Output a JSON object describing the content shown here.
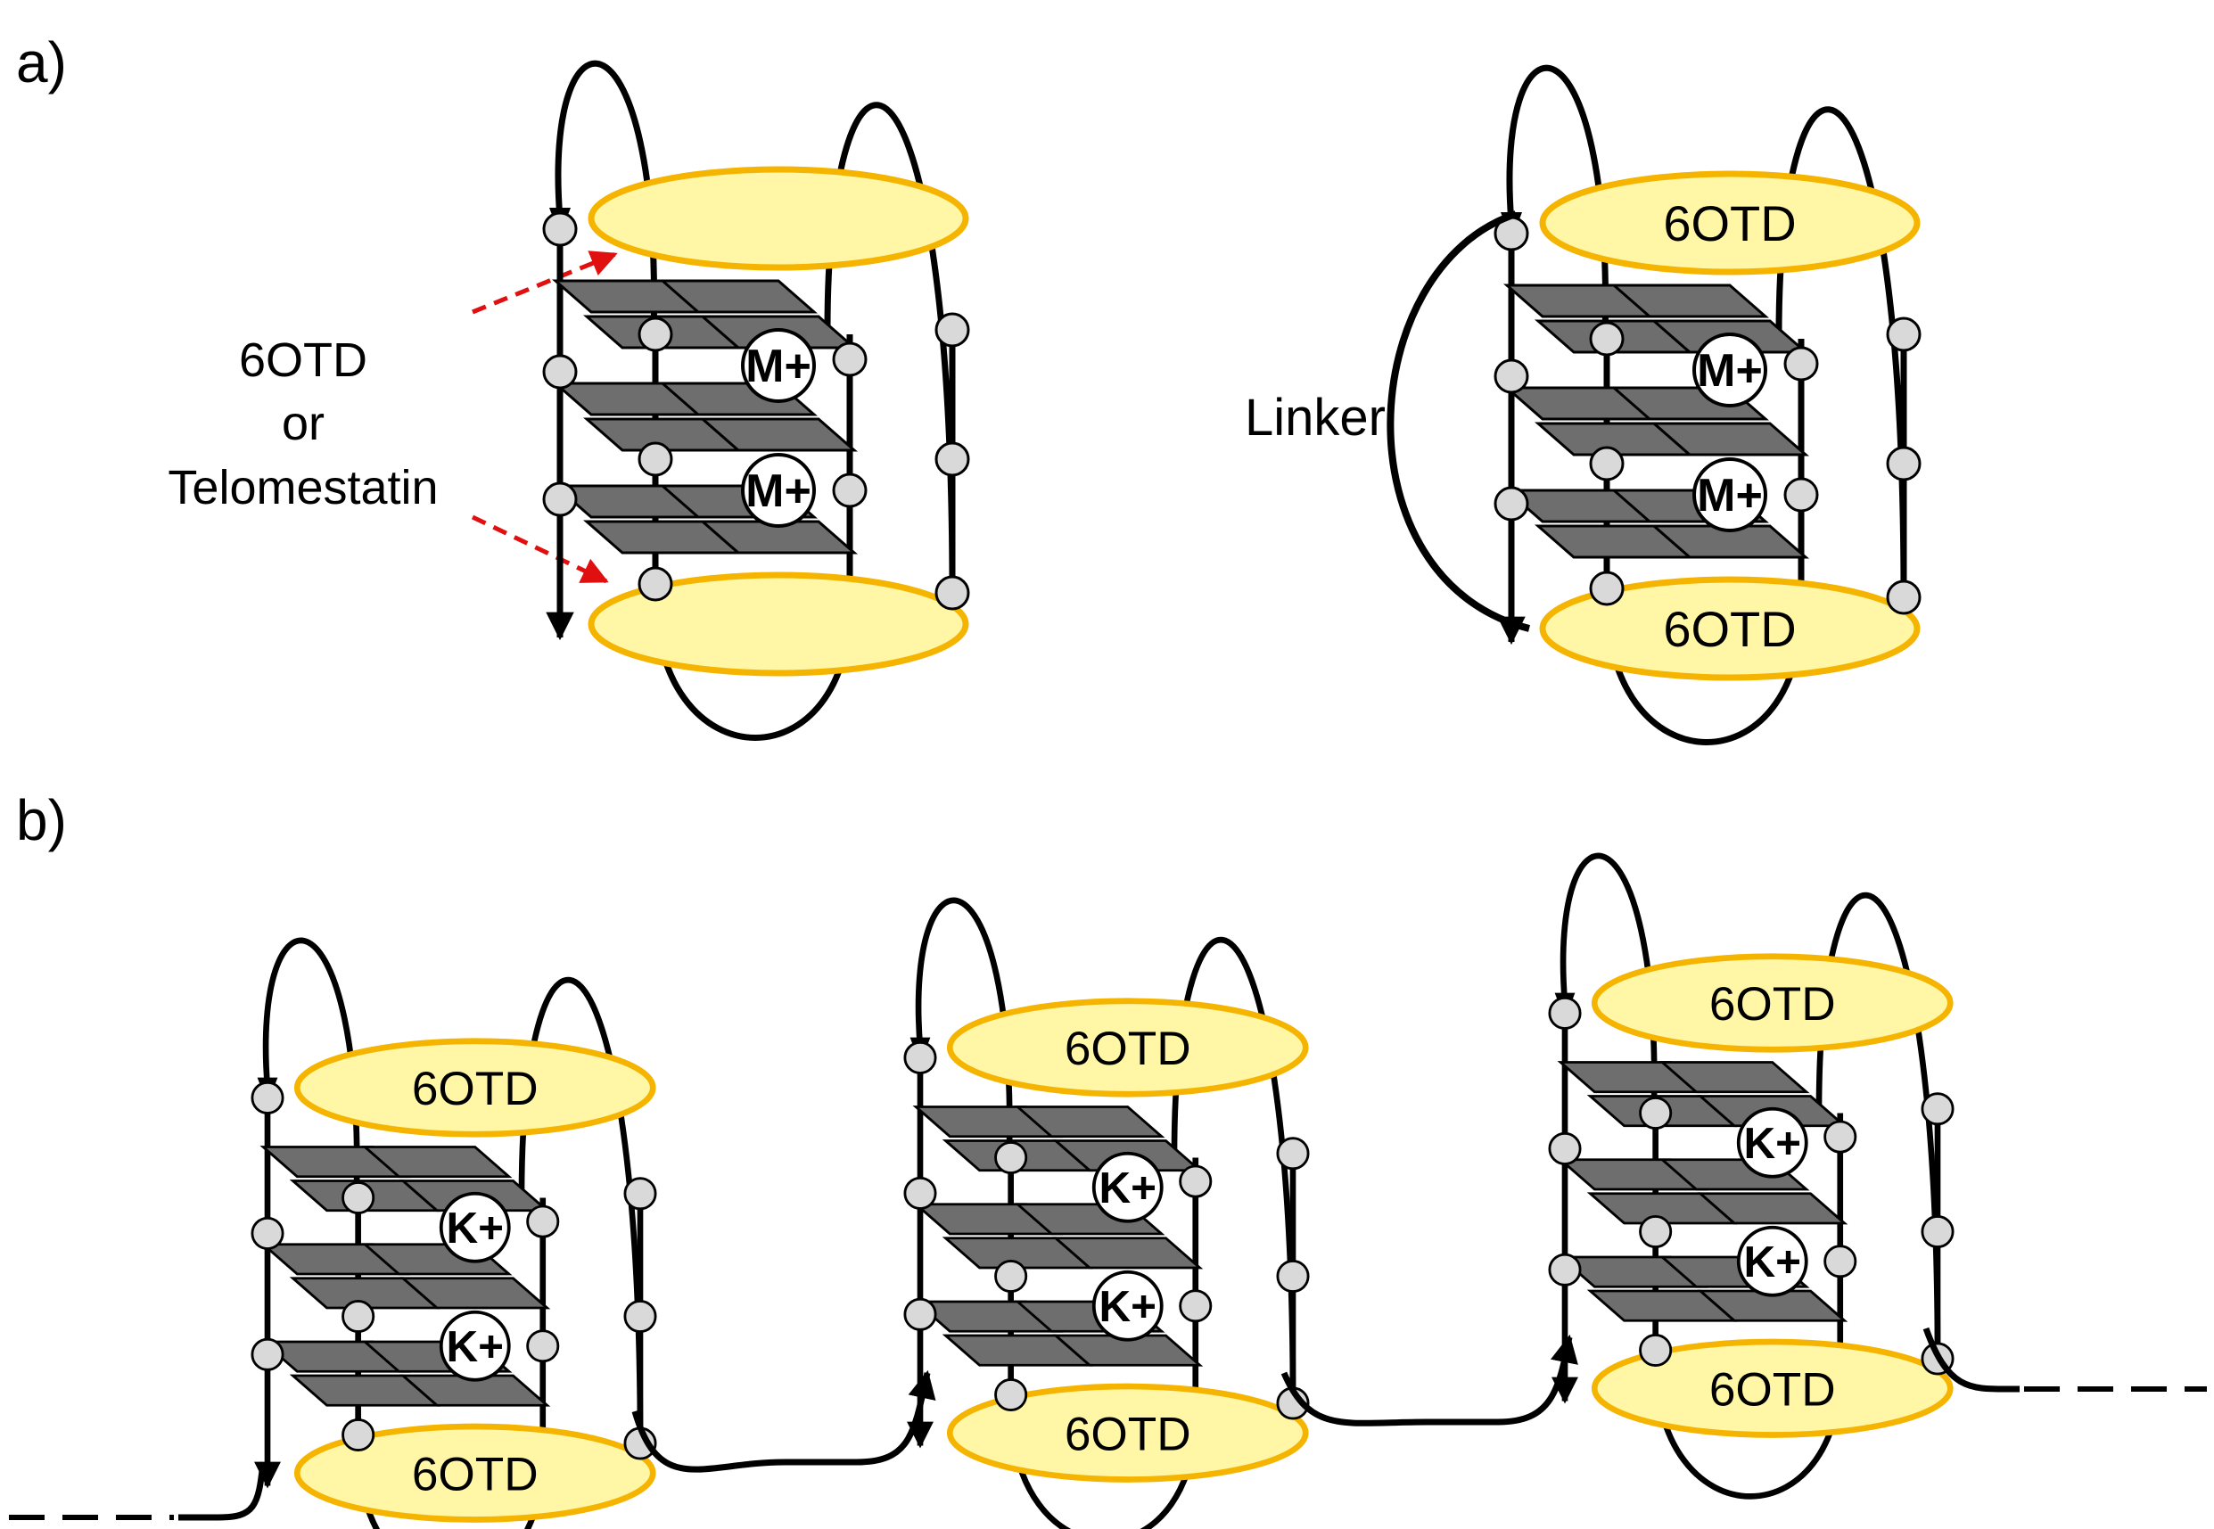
{
  "panels": {
    "a": {
      "label": "a)",
      "arrow_caption": [
        "6OTD",
        "or",
        "Telomestatin"
      ],
      "linker_label": "Linker",
      "structure_1": {
        "top_disk": "",
        "bottom_disk": "",
        "ion_1": "M+",
        "ion_2": "M+"
      },
      "structure_2": {
        "top_disk": "6OTD",
        "bottom_disk": "6OTD",
        "ion_1": "M+",
        "ion_2": "M+"
      }
    },
    "b": {
      "label": "b)",
      "structures": [
        {
          "top_disk": "6OTD",
          "bottom_disk": "6OTD",
          "ion_1": "K+",
          "ion_2": "K+"
        },
        {
          "top_disk": "6OTD",
          "bottom_disk": "6OTD",
          "ion_1": "K+",
          "ion_2": "K+"
        },
        {
          "top_disk": "6OTD",
          "bottom_disk": "6OTD",
          "ion_1": "K+",
          "ion_2": "K+"
        }
      ]
    }
  },
  "colors": {
    "disk_fill": "#FFF6A6",
    "disk_stroke": "#F4B400",
    "tetrad_fill": "#6E6E6E",
    "node_fill": "#D9D9D9",
    "strand": "#000000",
    "pointer_arrow": "#E01010"
  }
}
